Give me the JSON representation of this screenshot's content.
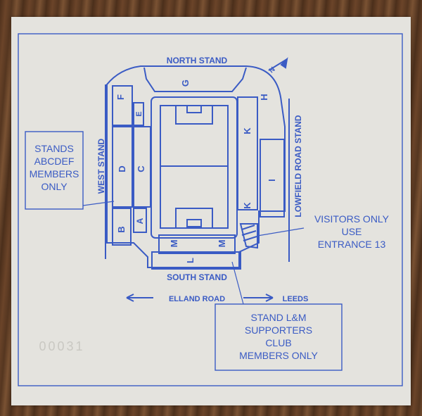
{
  "stands": {
    "north": "NORTH STAND",
    "south": "SOUTH STAND",
    "west": "WEST STAND",
    "lowfield": "LOWFIELD ROAD STAND"
  },
  "north_marker": "N",
  "blocks": {
    "g": "G",
    "f": "F",
    "e": "E",
    "h": "H",
    "k_upper": "K",
    "d": "D",
    "c": "C",
    "i": "I",
    "k_lower": "K",
    "b": "B",
    "a": "A",
    "l": "L",
    "m_left": "M",
    "m_right": "M"
  },
  "road": {
    "name": "ELLAND ROAD",
    "direction": "LEEDS"
  },
  "notes": {
    "members": [
      "STANDS",
      "ABCDEF",
      "MEMBERS",
      "ONLY"
    ],
    "visitors": [
      "VISITORS ONLY",
      "USE",
      "ENTRANCE 13"
    ],
    "supporters": [
      "STAND L&M",
      "SUPPORTERS",
      "CLUB",
      "MEMBERS ONLY"
    ]
  },
  "serial": "00031",
  "colors": {
    "ink": "#3a5bc4",
    "paper": "#e4e3de"
  }
}
